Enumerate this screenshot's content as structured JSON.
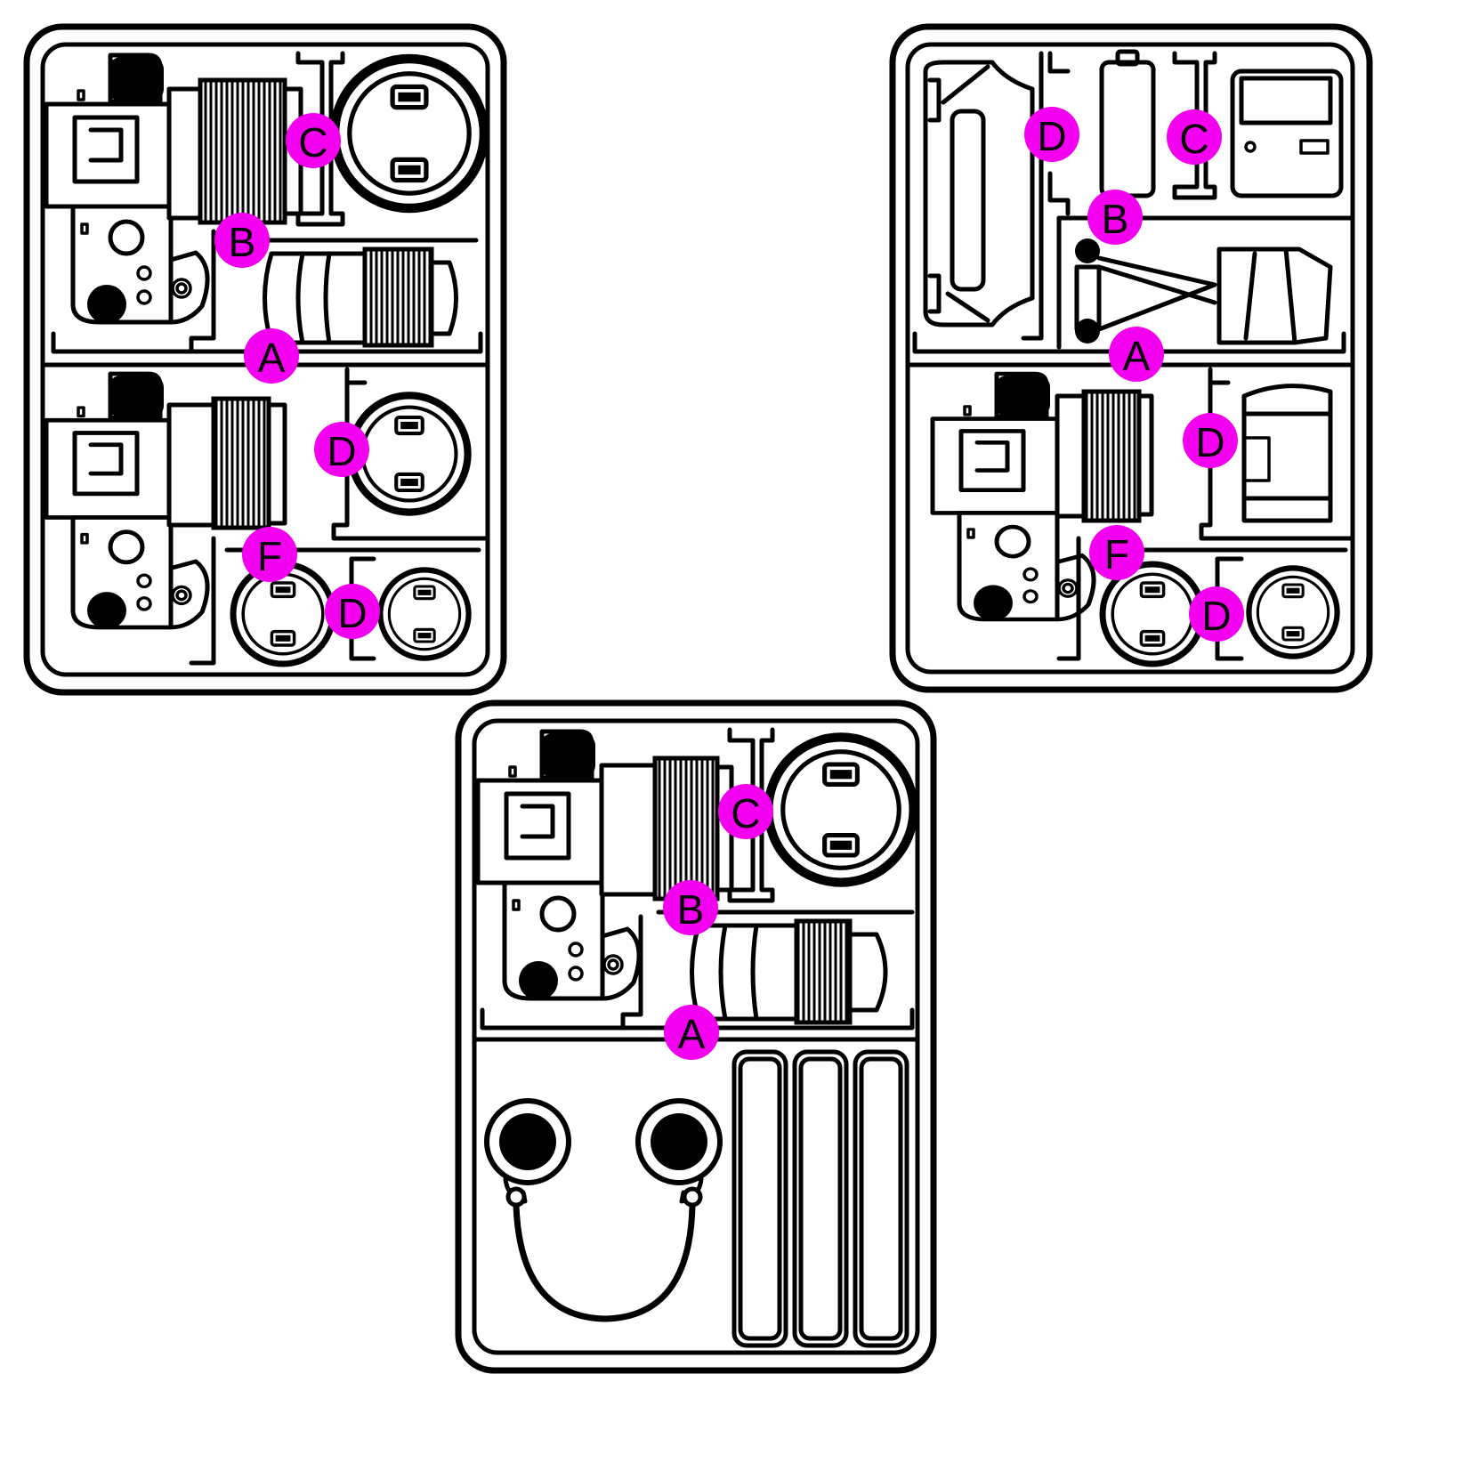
{
  "colors": {
    "label": "#f200ef",
    "line": "#000000",
    "background": "#ffffff"
  },
  "panels": [
    {
      "name": "panel-top-left",
      "labels": [
        {
          "id": "c1",
          "text": "C",
          "cx": 0,
          "cy": 0
        },
        {
          "id": "b1",
          "text": "B"
        },
        {
          "id": "a1",
          "text": "A"
        },
        {
          "id": "d1",
          "text": "D"
        },
        {
          "id": "f1",
          "text": "F"
        },
        {
          "id": "d2",
          "text": "D"
        }
      ]
    },
    {
      "name": "panel-top-right",
      "labels": [
        {
          "id": "d1",
          "text": "D"
        },
        {
          "id": "c1",
          "text": "C"
        },
        {
          "id": "b1",
          "text": "B"
        },
        {
          "id": "a1",
          "text": "A"
        },
        {
          "id": "d2",
          "text": "D"
        },
        {
          "id": "f1",
          "text": "F"
        },
        {
          "id": "d3",
          "text": "D"
        }
      ]
    },
    {
      "name": "panel-bottom",
      "labels": [
        {
          "id": "c1",
          "text": "C"
        },
        {
          "id": "b1",
          "text": "B"
        },
        {
          "id": "a1",
          "text": "A"
        }
      ]
    }
  ]
}
